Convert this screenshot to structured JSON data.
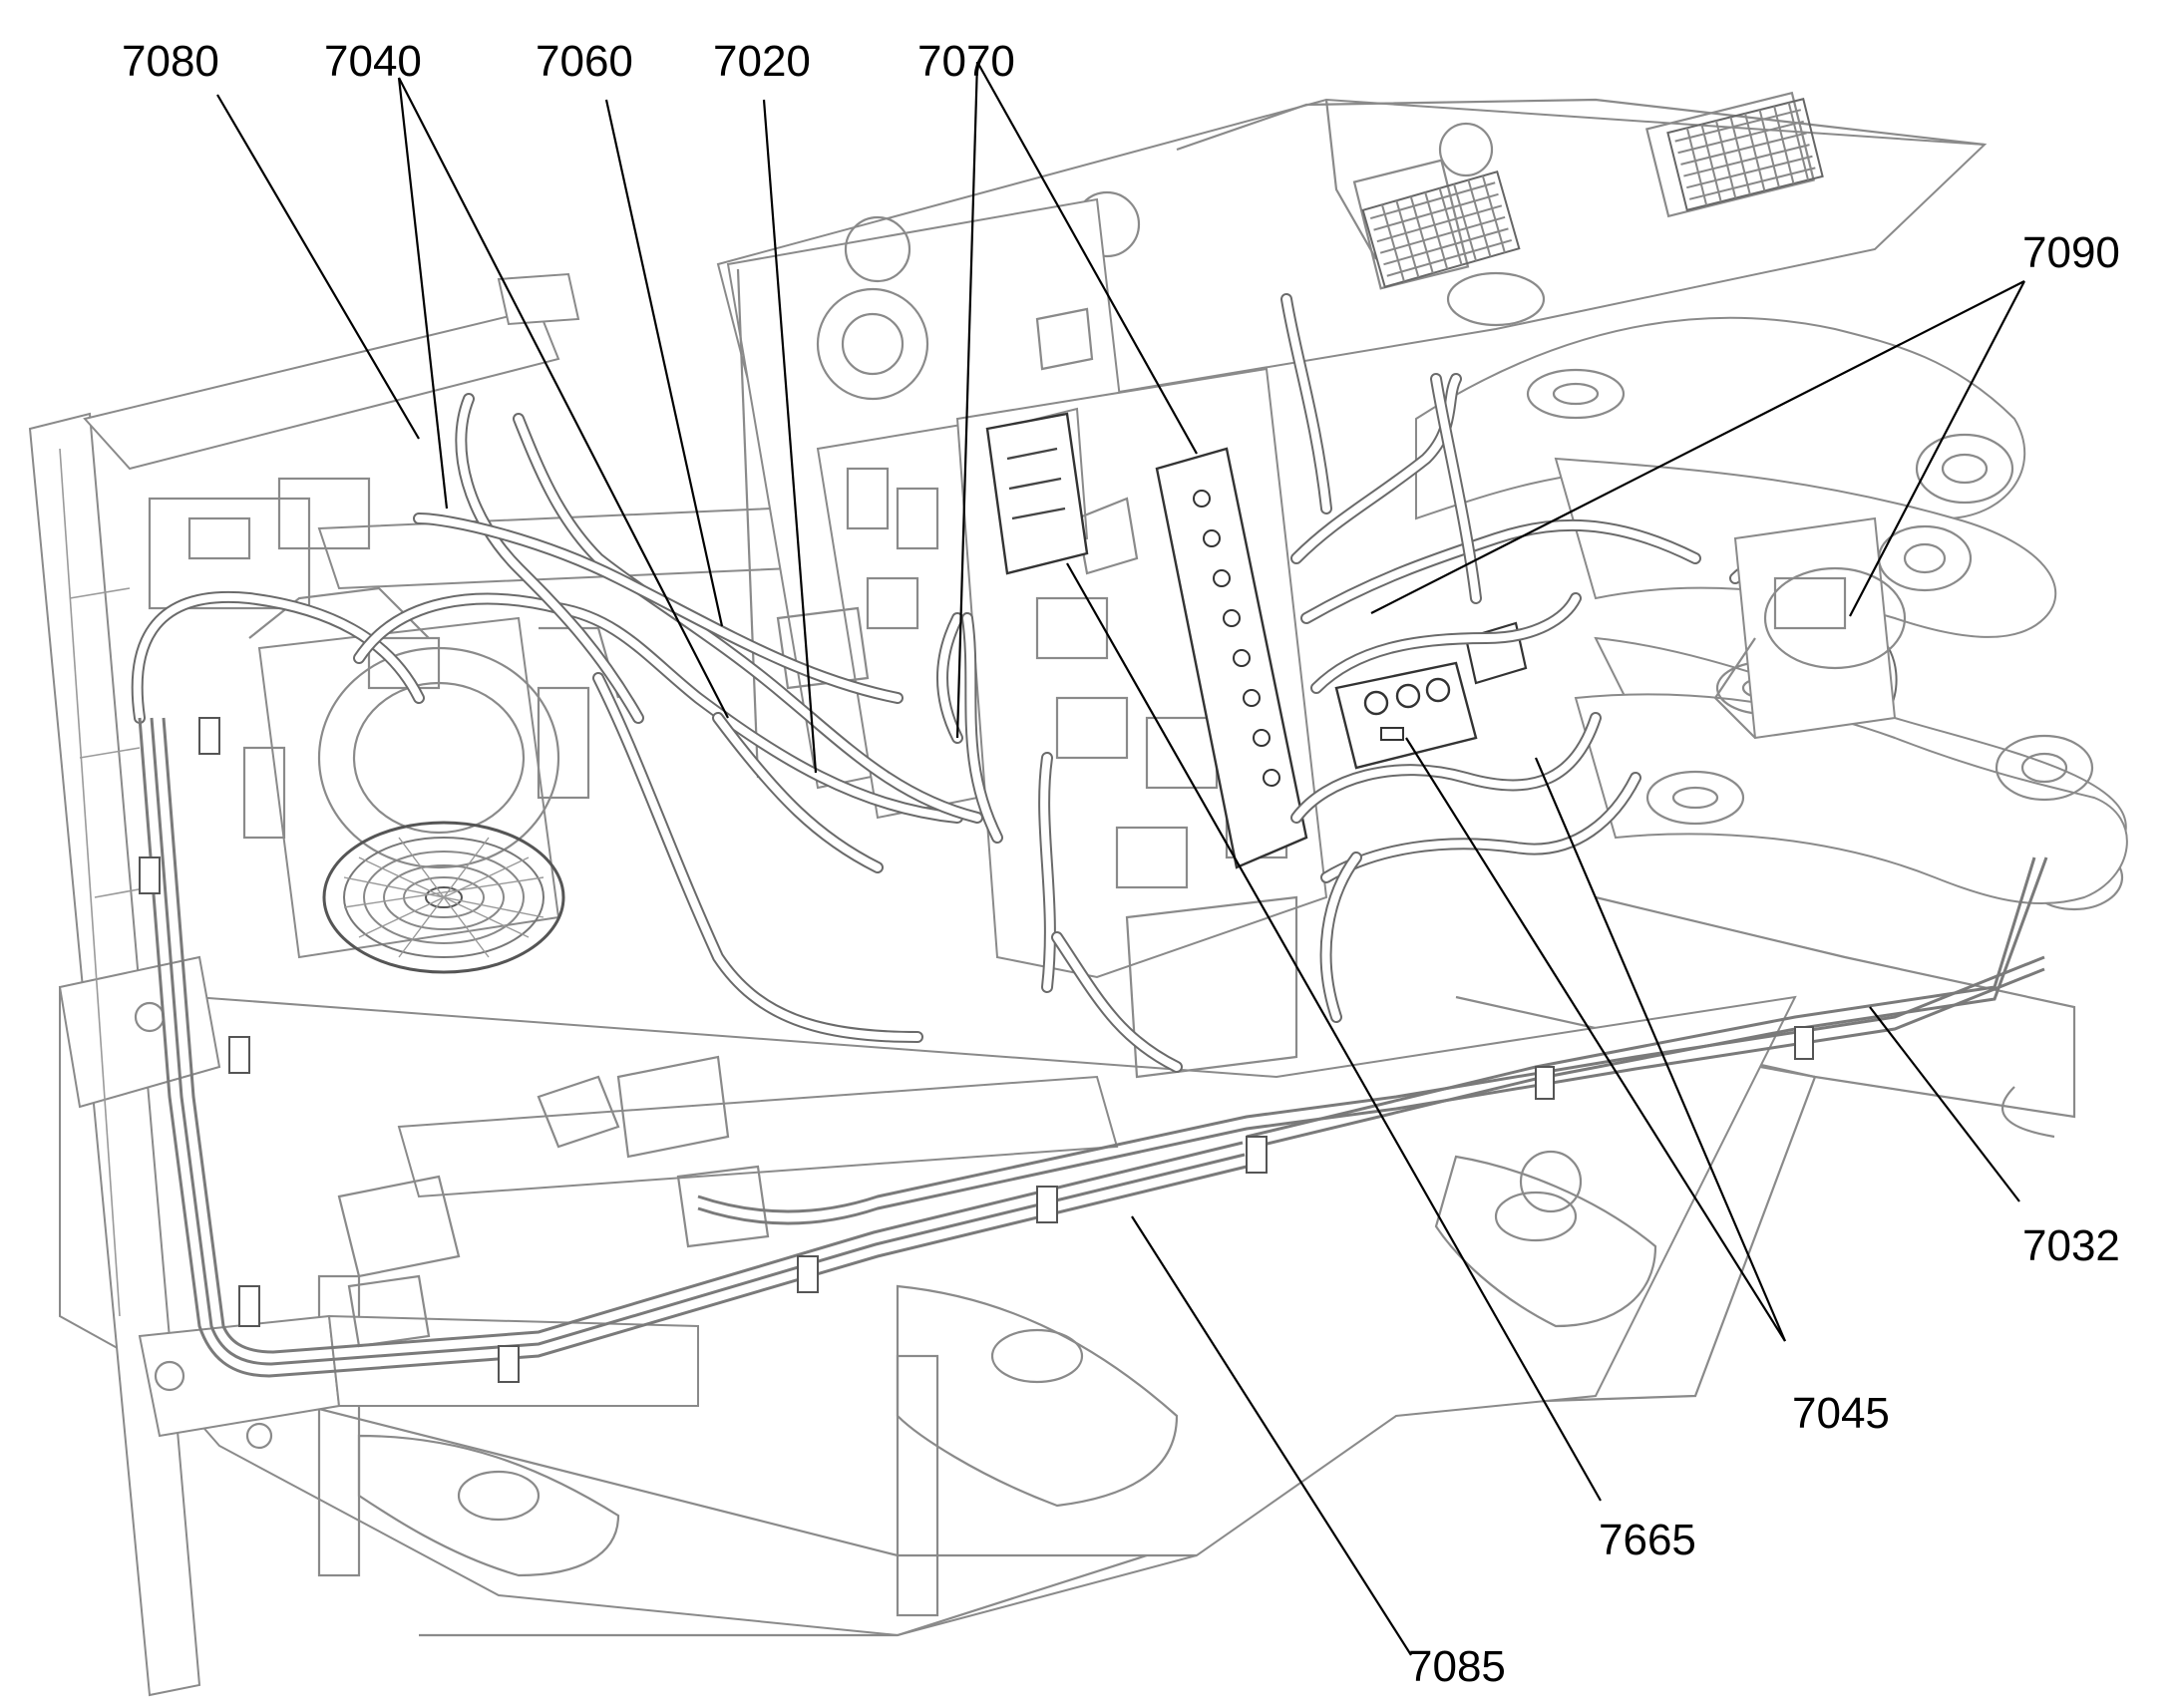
{
  "callouts": [
    {
      "id": "7080",
      "label": "7080"
    },
    {
      "id": "7040",
      "label": "7040"
    },
    {
      "id": "7060",
      "label": "7060"
    },
    {
      "id": "7020",
      "label": "7020"
    },
    {
      "id": "7070",
      "label": "7070"
    },
    {
      "id": "7090",
      "label": "7090"
    },
    {
      "id": "7032",
      "label": "7032"
    },
    {
      "id": "7045",
      "label": "7045"
    },
    {
      "id": "7665",
      "label": "7665"
    },
    {
      "id": "7085",
      "label": "7085"
    }
  ]
}
